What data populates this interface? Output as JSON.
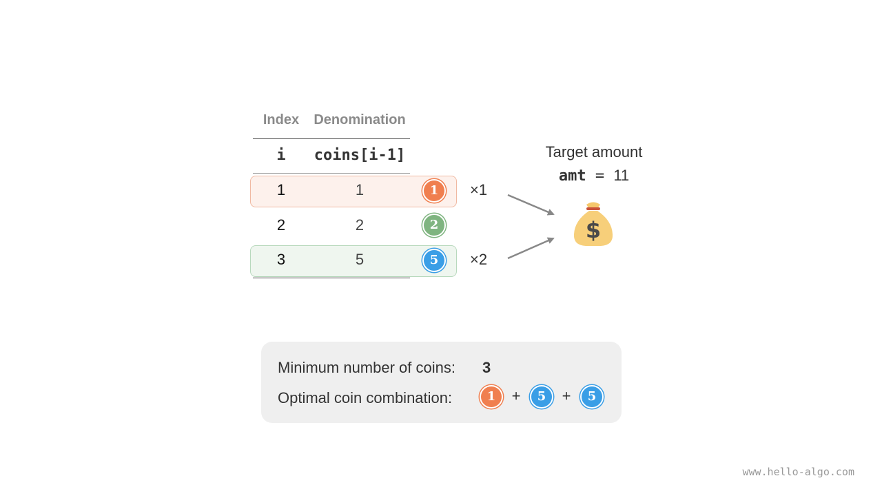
{
  "table": {
    "header_index": "Index",
    "header_denomination": "Denomination",
    "sub_index": "i",
    "sub_denomination": "coins[i-1]",
    "rows": [
      {
        "i": "1",
        "coin_value": "1",
        "coin_label": "1",
        "coin_color": "#f07f4f",
        "multiplier": "×1",
        "selected": true
      },
      {
        "i": "2",
        "coin_value": "2",
        "coin_label": "2",
        "coin_color": "#7fb480",
        "multiplier": "",
        "selected": false
      },
      {
        "i": "3",
        "coin_value": "5",
        "coin_label": "5",
        "coin_color": "#3a9ee6",
        "multiplier": "×2",
        "selected": true
      }
    ]
  },
  "target": {
    "title": "Target amount",
    "var": "amt",
    "eq": " = ",
    "value": "11",
    "icon": "money-bag-icon"
  },
  "summary": {
    "min_label": "Minimum number of coins:",
    "min_value": "3",
    "combo_label": "Optimal coin combination:",
    "combo": [
      "1",
      "5",
      "5"
    ],
    "plus": "+"
  },
  "colors": {
    "orange": "#f07f4f",
    "green": "#7fb480",
    "blue": "#3a9ee6",
    "arrow": "#888888"
  },
  "watermark": "www.hello-algo.com"
}
